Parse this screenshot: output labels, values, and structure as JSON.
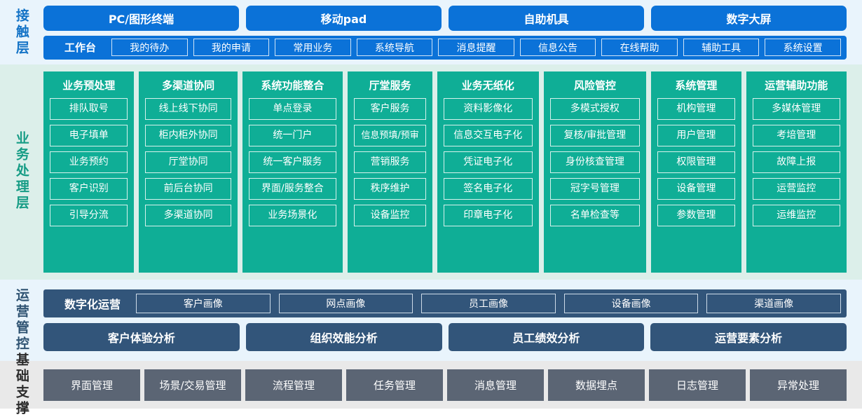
{
  "layers": {
    "contact": {
      "label": "接触层",
      "channels": [
        {
          "label": "PC/图形终端"
        },
        {
          "label": "移动pad"
        },
        {
          "label": "自助机具"
        },
        {
          "label": "数字大屏"
        }
      ],
      "workbench_title": "工作台",
      "workbench_items": [
        {
          "label": "我的待办"
        },
        {
          "label": "我的申请"
        },
        {
          "label": "常用业务"
        },
        {
          "label": "系统导航"
        },
        {
          "label": "消息提醒"
        },
        {
          "label": "信息公告"
        },
        {
          "label": "在线帮助"
        },
        {
          "label": "辅助工具"
        },
        {
          "label": "系统设置"
        }
      ]
    },
    "business": {
      "label": "业务处理层",
      "columns": [
        {
          "title": "业务预处理",
          "items": [
            "排队取号",
            "电子填单",
            "业务预约",
            "客户识别",
            "引导分流"
          ]
        },
        {
          "title": "多渠道协同",
          "items": [
            "线上线下协同",
            "柜内柜外协同",
            "厅堂协同",
            "前后台协同",
            "多渠道协同"
          ]
        },
        {
          "title": "系统功能整合",
          "items": [
            "单点登录",
            "统一门户",
            "统一客户服务",
            "界面/服务整合",
            "业务场景化"
          ]
        },
        {
          "title": "厅堂服务",
          "items": [
            "客户服务",
            "信息预填/预审",
            "营销服务",
            "秩序维护",
            "设备监控"
          ]
        },
        {
          "title": "业务无纸化",
          "items": [
            "资料影像化",
            "信息交互电子化",
            "凭证电子化",
            "签名电子化",
            "印章电子化"
          ]
        },
        {
          "title": "风险管控",
          "items": [
            "多模式授权",
            "复核/审批管理",
            "身份核查管理",
            "冠字号管理",
            "名单检查等"
          ]
        },
        {
          "title": "系统管理",
          "items": [
            "机构管理",
            "用户管理",
            "权限管理",
            "设备管理",
            "参数管理"
          ]
        },
        {
          "title": "运营辅助功能",
          "items": [
            "多媒体管理",
            "考培管理",
            "故障上报",
            "运营监控",
            "运维监控"
          ]
        }
      ]
    },
    "operations": {
      "label": "运营管控",
      "digital_title": "数字化运营",
      "portraits": [
        {
          "label": "客户画像"
        },
        {
          "label": "网点画像"
        },
        {
          "label": "员工画像"
        },
        {
          "label": "设备画像"
        },
        {
          "label": "渠道画像"
        }
      ],
      "analyses": [
        {
          "label": "客户体验分析"
        },
        {
          "label": "组织效能分析"
        },
        {
          "label": "员工绩效分析"
        },
        {
          "label": "运营要素分析"
        }
      ]
    },
    "foundation": {
      "label": "基础支撑",
      "items": [
        {
          "label": "界面管理"
        },
        {
          "label": "场景/交易管理"
        },
        {
          "label": "流程管理"
        },
        {
          "label": "任务管理"
        },
        {
          "label": "消息管理"
        },
        {
          "label": "数据埋点"
        },
        {
          "label": "日志管理"
        },
        {
          "label": "异常处理"
        }
      ]
    }
  },
  "colors": {
    "contact_bg": "#E9F4FC",
    "contact_accent": "#0B72D8",
    "business_bg": "#DCEFEA",
    "business_accent": "#0FAE96",
    "operations_accent": "#32557A",
    "foundation_bg": "#E9E9E9",
    "foundation_accent": "#5B6574"
  }
}
